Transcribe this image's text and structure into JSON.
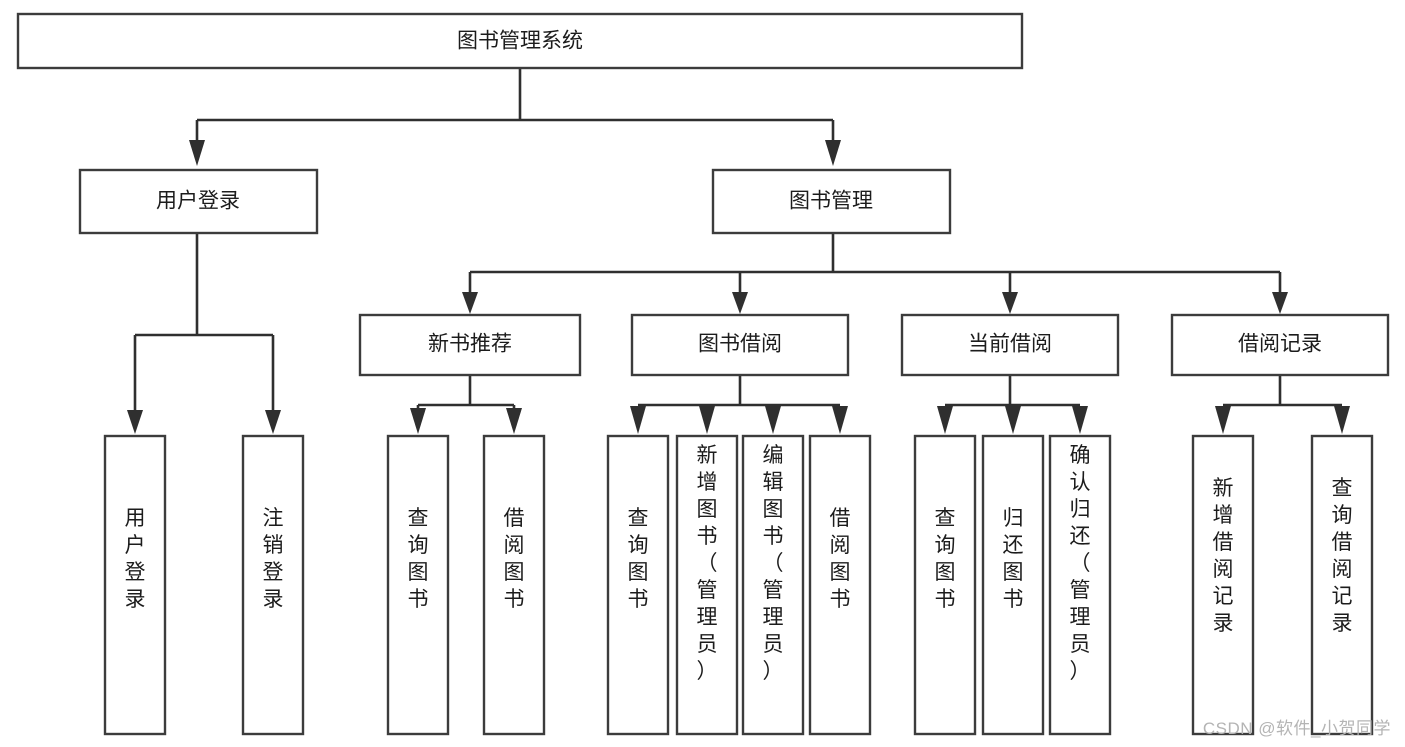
{
  "diagram": {
    "title": "图书管理系统",
    "type": "tree-hierarchy",
    "watermark": "CSDN @软件_小贺同学",
    "colors": {
      "box_stroke": "#3c3c3c",
      "box_fill": "#ffffff",
      "connector": "#2f2f2f",
      "text": "#1c1c1c",
      "watermark": "#b4b4b4",
      "background": "#ffffff"
    },
    "root": {
      "label": "图书管理系统"
    },
    "level2": [
      {
        "label": "用户登录"
      },
      {
        "label": "图书管理"
      }
    ],
    "level3": [
      {
        "label": "新书推荐"
      },
      {
        "label": "图书借阅"
      },
      {
        "label": "当前借阅"
      },
      {
        "label": "借阅记录"
      }
    ],
    "leaves": {
      "user_login": [
        {
          "label": "用户登录"
        },
        {
          "label": "注销登录"
        }
      ],
      "new_book_recommend": [
        {
          "label": "查询图书"
        },
        {
          "label": "借阅图书"
        }
      ],
      "book_borrow": [
        {
          "label": "查询图书"
        },
        {
          "label": "新增图书（管理员）"
        },
        {
          "label": "编辑图书（管理员）"
        },
        {
          "label": "借阅图书"
        }
      ],
      "current_borrow": [
        {
          "label": "查询图书"
        },
        {
          "label": "归还图书"
        },
        {
          "label": "确认归还（管理员）"
        }
      ],
      "borrow_record": [
        {
          "label": "新增借阅记录"
        },
        {
          "label": "查询借阅记录"
        }
      ]
    }
  }
}
